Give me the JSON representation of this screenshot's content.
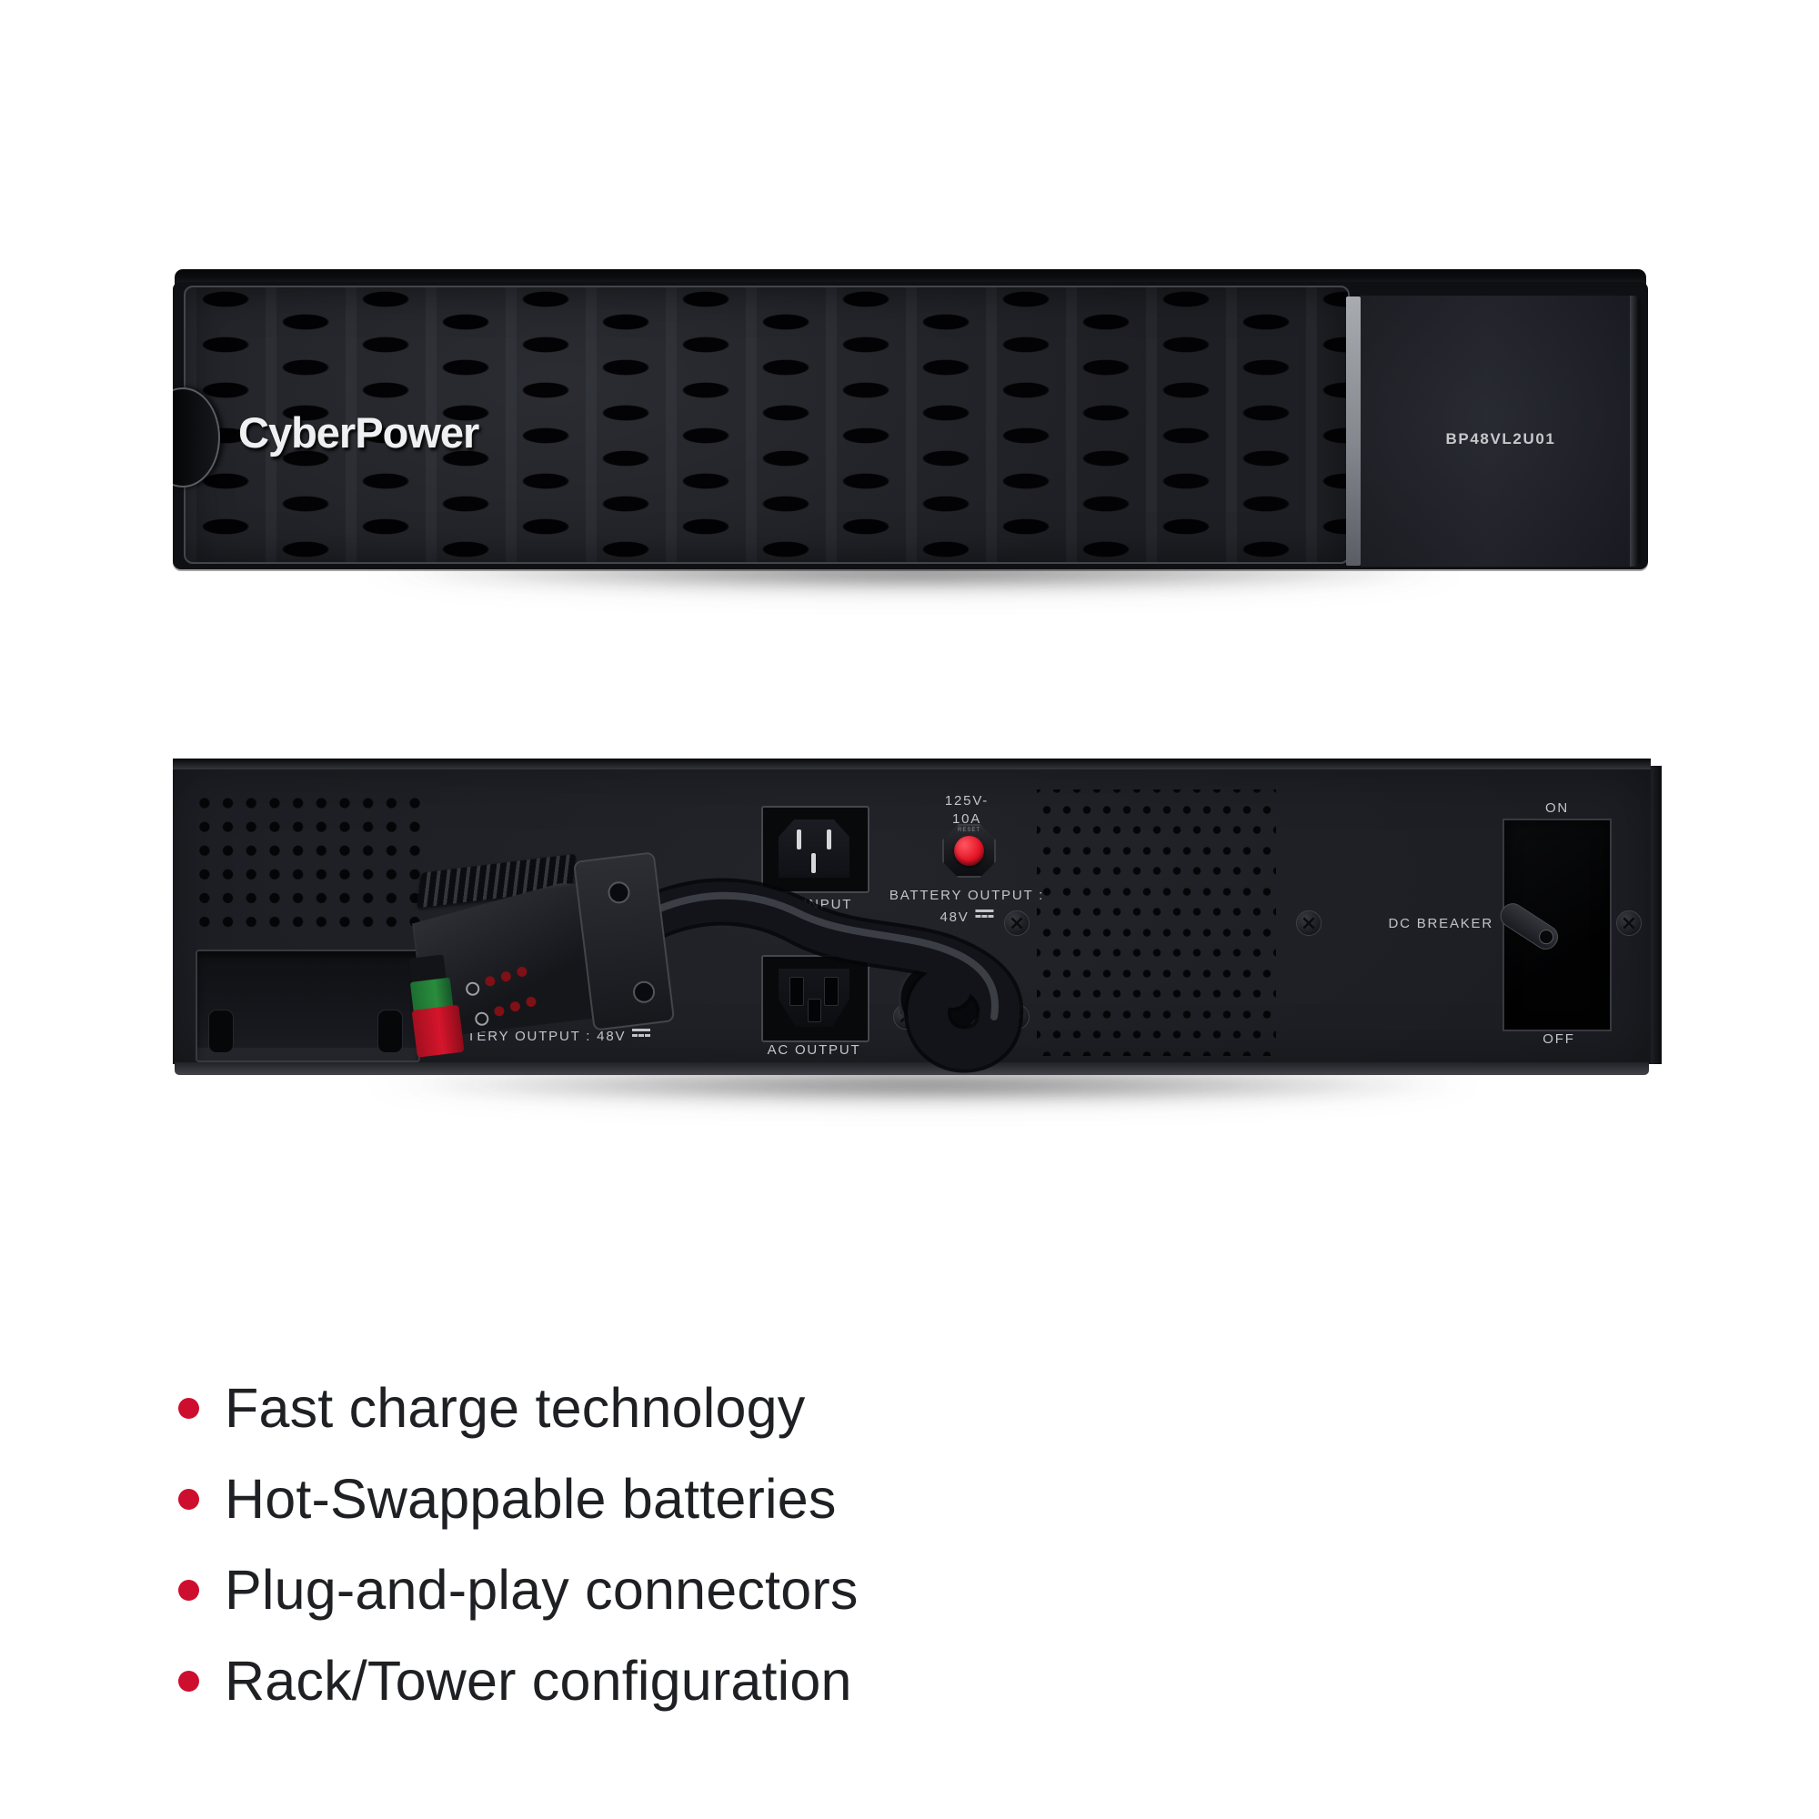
{
  "product": {
    "brand": "CyberPower",
    "model": "BP48VL2U01"
  },
  "front": {
    "logo_text": "CyberPower",
    "model_label": "BP48VL2U01"
  },
  "rear": {
    "reset_rating_line1": "125V-",
    "reset_rating_line2": "10A",
    "reset_ring_text": "RESET",
    "battery_output_label_line1": "BATTERY OUTPUT :",
    "battery_output_label_line2": "48V",
    "ac_input_label": "AC INPUT",
    "ac_output_label": "AC OUTPUT",
    "left_battery_output_label": "BATTERY OUTPUT : 48V",
    "dc_breaker_label": "DC BREAKER",
    "breaker_on_label": "ON",
    "breaker_off_label": "OFF"
  },
  "features": {
    "items": [
      "Fast charge technology",
      "Hot-Swappable batteries",
      "Plug-and-play connectors",
      "Rack/Tower configuration"
    ]
  },
  "colors": {
    "accent_red": "#ce0e2e",
    "button_red": "#e51527",
    "connector_green": "#2a8c3c",
    "connector_red": "#d5152c",
    "chassis_black": "#1b1c21"
  }
}
